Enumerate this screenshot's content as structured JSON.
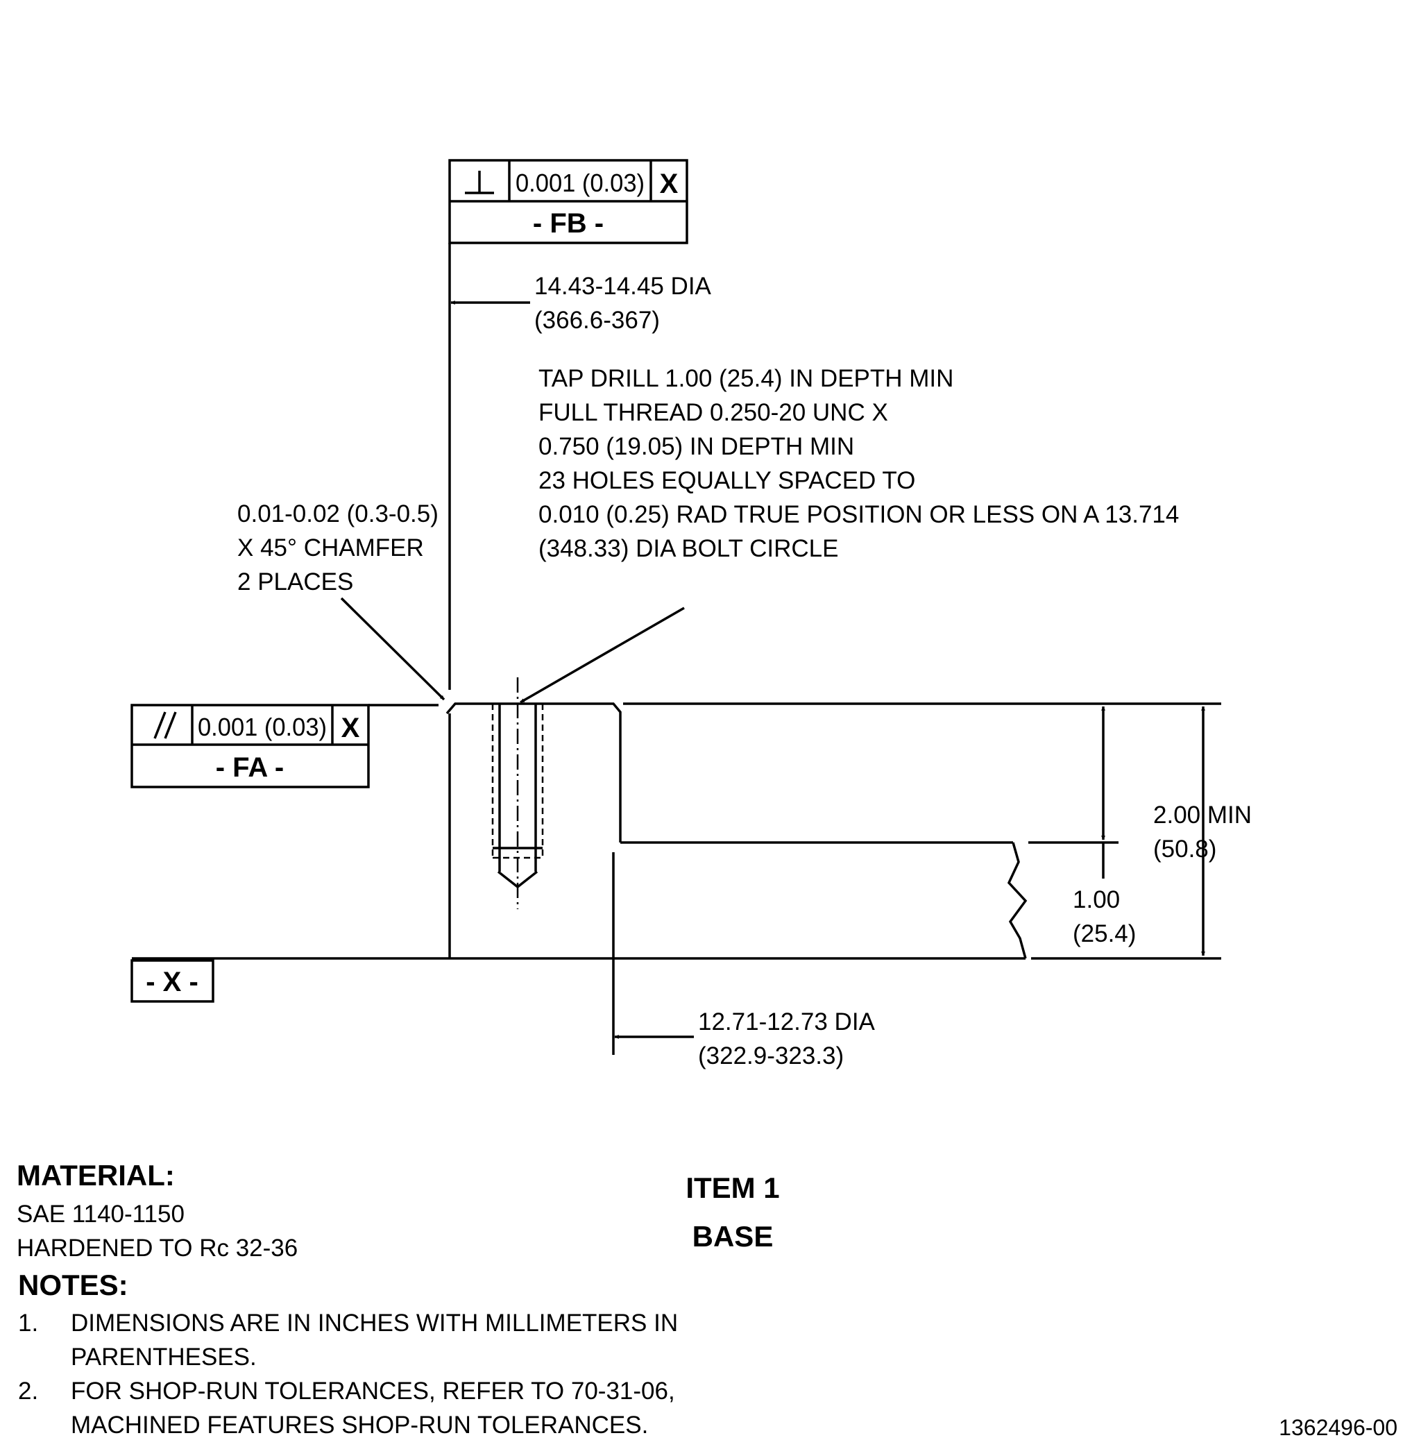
{
  "fcf_top": {
    "symbol": "⊥",
    "value": "0.001 (0.03)",
    "datum_ref": "X",
    "datum": "- FB -"
  },
  "fcf_left": {
    "symbol": "//",
    "value": "0.001 (0.03)",
    "datum_ref": "X",
    "datum": "- FA -"
  },
  "datum_x": "- X -",
  "dim_outer_dia": [
    "14.43-14.45 DIA",
    "(366.6-367)"
  ],
  "tap_note": [
    "TAP DRILL 1.00 (25.4) IN DEPTH MIN",
    "FULL THREAD 0.250-20 UNC X",
    "0.750 (19.05) IN DEPTH MIN",
    "23 HOLES EQUALLY SPACED TO",
    "0.010 (0.25) RAD TRUE POSITION OR LESS ON A 13.714",
    "(348.33) DIA BOLT CIRCLE"
  ],
  "chamfer_note": [
    "0.01-0.02 (0.3-0.5)",
    "X 45° CHAMFER",
    "2 PLACES"
  ],
  "dim_height": [
    "2.00 MIN",
    "(50.8)"
  ],
  "dim_step": [
    "1.00",
    "(25.4)"
  ],
  "dim_inner_dia": [
    "12.71-12.73 DIA",
    "(322.9-323.3)"
  ],
  "material": {
    "heading": "MATERIAL:",
    "lines": [
      "SAE 1140-1150",
      "HARDENED TO Rc 32-36"
    ]
  },
  "notes": {
    "heading": "NOTES:",
    "items": [
      {
        "num": "1.",
        "lines": [
          "DIMENSIONS ARE IN INCHES WITH MILLIMETERS IN",
          "PARENTHESES."
        ]
      },
      {
        "num": "2.",
        "lines": [
          "FOR SHOP-RUN TOLERANCES, REFER TO 70-31-06,",
          "MACHINED FEATURES SHOP-RUN TOLERANCES."
        ]
      }
    ]
  },
  "item": {
    "line1": "ITEM 1",
    "line2": "BASE"
  },
  "drawing_number": "1362496-00"
}
